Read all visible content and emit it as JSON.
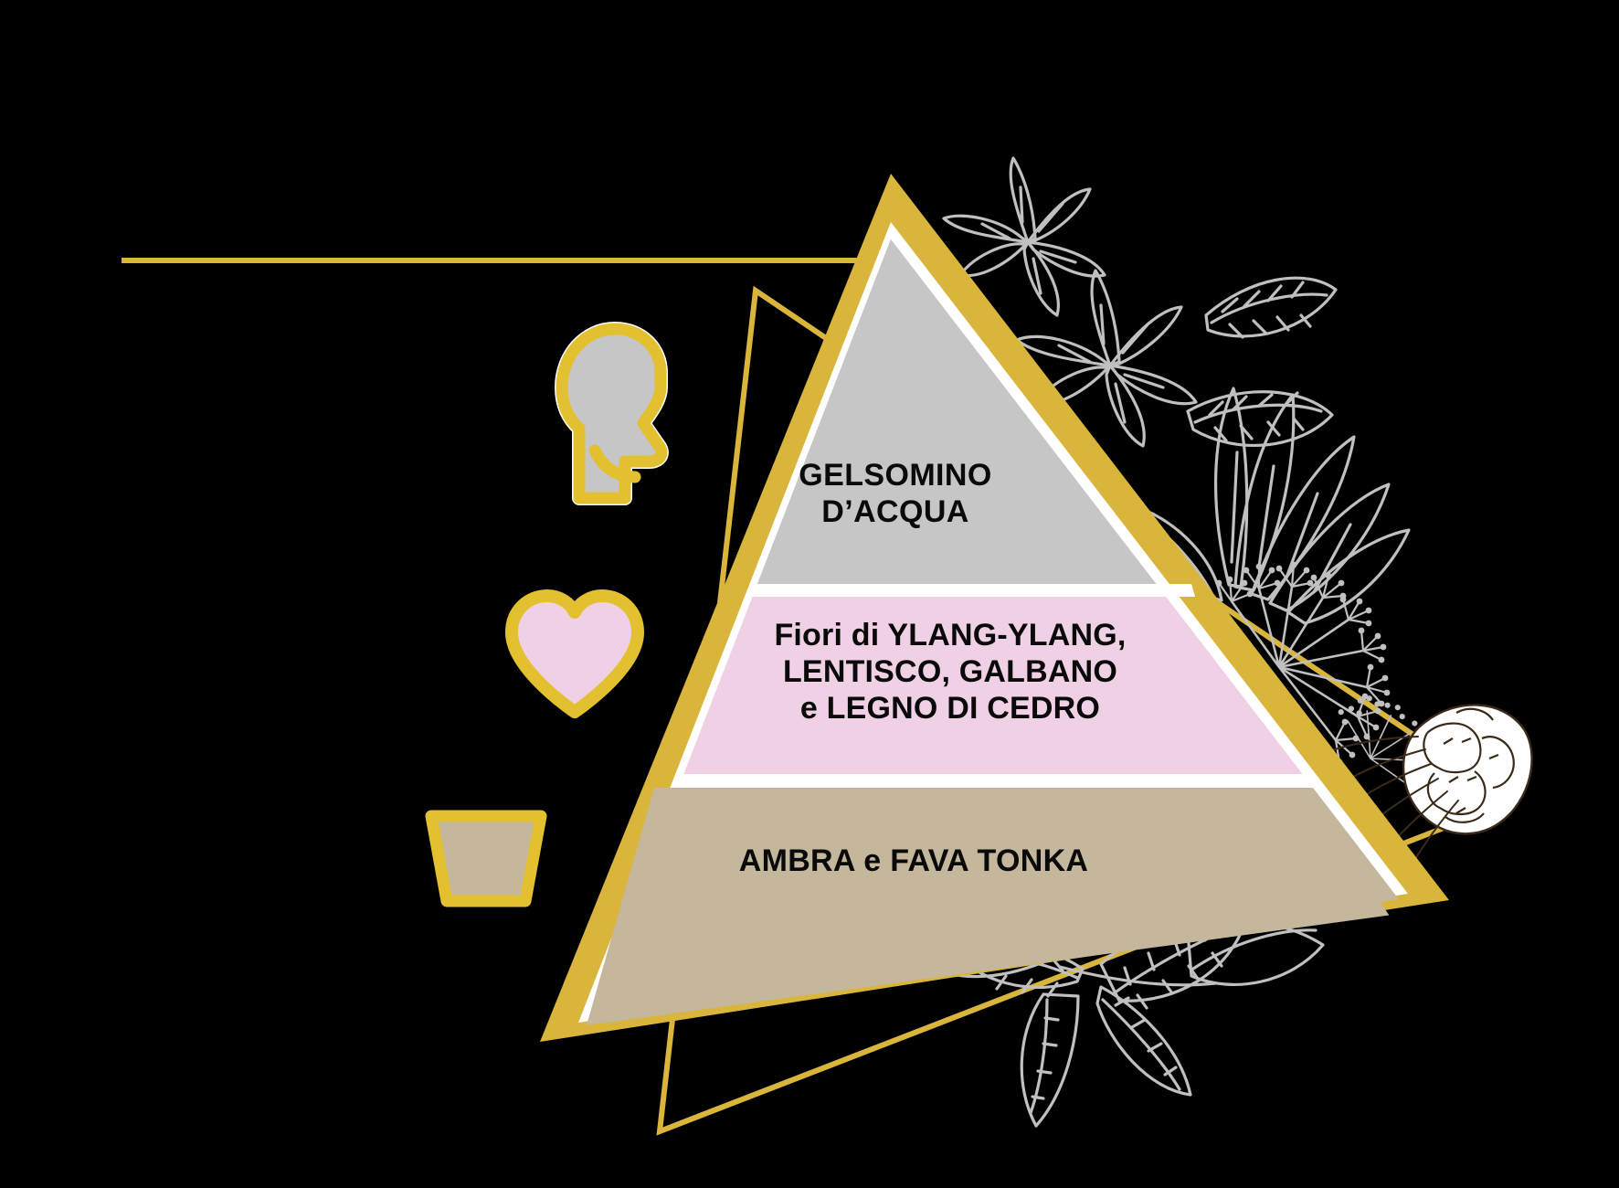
{
  "diagram": {
    "type": "fragrance-pyramid",
    "background_color": "#000000",
    "title": "",
    "tiers": [
      {
        "id": "top-note",
        "position": "top",
        "fill_color": "#C6C6C6",
        "icon": "head-icon",
        "text": "GELSOMINO\nD’ACQUA",
        "notes": [
          "GELSOMINO D’ACQUA"
        ]
      },
      {
        "id": "heart-note",
        "position": "middle",
        "fill_color": "#EFD0E5",
        "icon": "heart-icon",
        "text": "Fiori di YLANG-YLANG,\nLENTISCO, GALBANO\ne LEGNO DI CEDRO",
        "notes": [
          "Fiori di YLANG-YLANG",
          "LENTISCO",
          "GALBANO",
          "LEGNO DI CEDRO"
        ]
      },
      {
        "id": "base-note",
        "position": "bottom",
        "fill_color": "#C4B79C",
        "icon": "pot-icon",
        "text": "AMBRA e FAVA TONKA",
        "notes": [
          "AMBRA",
          "FAVA TONKA"
        ]
      }
    ],
    "icons": [
      {
        "name": "head-icon",
        "fill_color": "#C6C6C6",
        "stroke_color": "#E2C02F",
        "label": ""
      },
      {
        "name": "heart-icon",
        "fill_color": "#EFD0E5",
        "stroke_color": "#E2C02F",
        "label": ""
      },
      {
        "name": "pot-icon",
        "fill_color": "#C4B79C",
        "stroke_color": "#E2C02F",
        "label": ""
      }
    ],
    "decorations": {
      "gold_accent_color": "#E2C02F",
      "gold_border_color": "#D9B53C",
      "inner_gap_color": "#FFFFFF",
      "botanical_line_color": "#C0C0C0",
      "pinecone_line_color": "#3B2A18",
      "top_rule": true,
      "outline_triangle": true
    }
  }
}
